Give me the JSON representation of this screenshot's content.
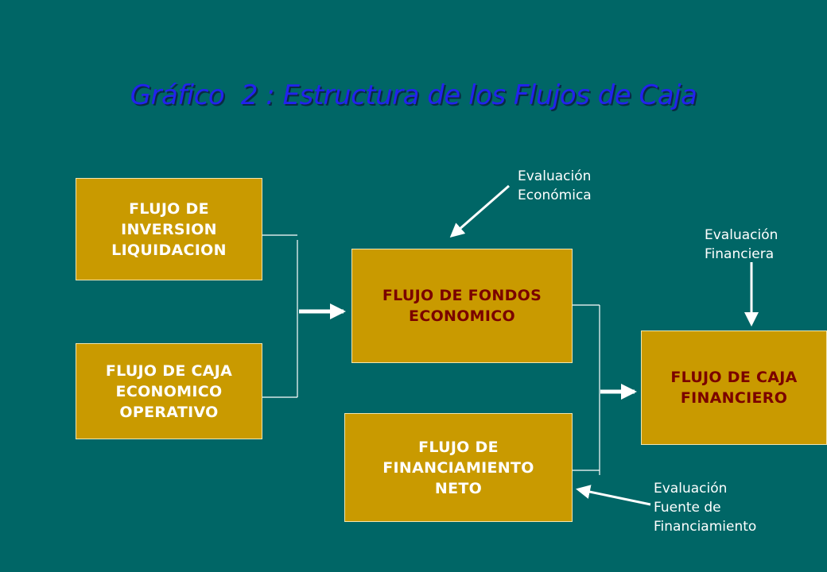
{
  "title": "Gráfico  2 : Estructura de los Flujos de Caja",
  "boxes": {
    "inversion": {
      "lines": [
        "FLUJO DE",
        "INVERSION",
        "LIQUIDACION"
      ]
    },
    "caja_operativo": {
      "lines": [
        "FLUJO DE CAJA",
        "ECONOMICO",
        "OPERATIVO"
      ]
    },
    "fondos_economico": {
      "lines": [
        "FLUJO DE FONDOS",
        "ECONOMICO"
      ]
    },
    "financiamiento_neto": {
      "lines": [
        "FLUJO DE",
        "FINANCIAMIENTO",
        "NETO"
      ]
    },
    "caja_financiero": {
      "lines": [
        "FLUJO DE CAJA",
        "FINANCIERO"
      ]
    }
  },
  "notes": {
    "economica": {
      "lines": [
        "Evaluación",
        "Económica"
      ]
    },
    "financiera": {
      "lines": [
        "Evaluación",
        "Financiera"
      ]
    },
    "fuente": {
      "lines": [
        "Evaluación",
        "Fuente de",
        "Financiamiento"
      ]
    }
  },
  "colors": {
    "background": "#006666",
    "box_fill": "#c99a00",
    "title": "#2222ee",
    "dark_text": "#7a0000",
    "arrow": "#ffffff"
  }
}
